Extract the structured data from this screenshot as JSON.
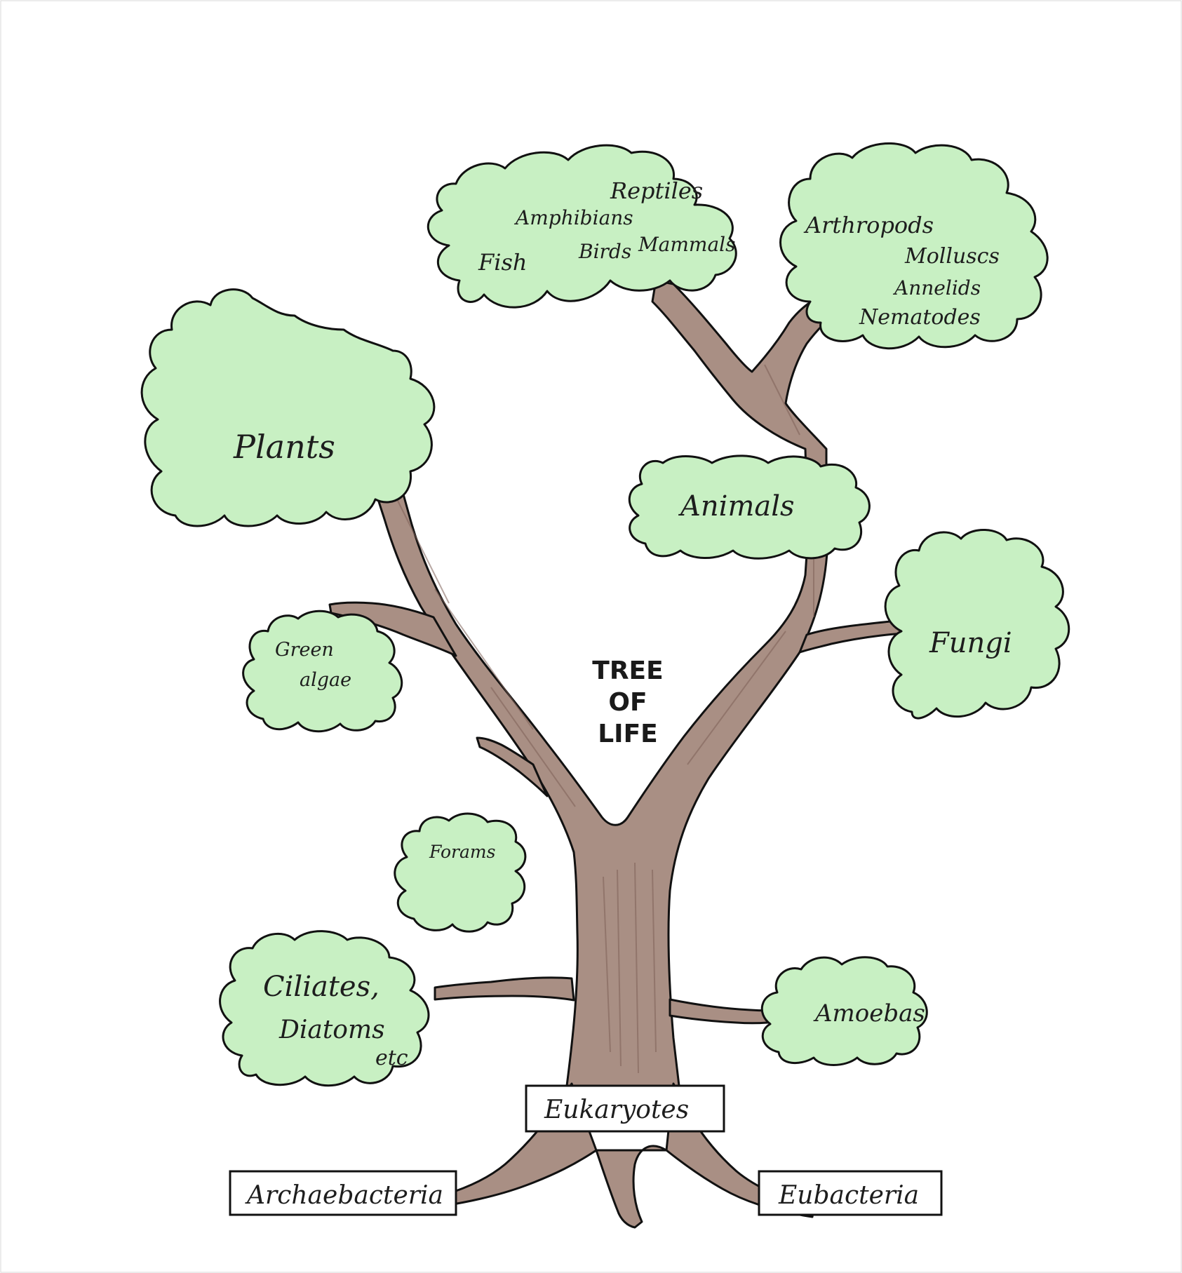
{
  "title": {
    "line1": "TREE",
    "line2": "OF",
    "line3": "LIFE"
  },
  "canopies": {
    "vertebrates": {
      "reptiles": "Reptiles",
      "amphibians": "Amphibians",
      "fish": "Fish",
      "birds": "Birds",
      "mammals": "Mammals"
    },
    "invertebrates": {
      "arthropods": "Arthropods",
      "molluscs": "Molluscs",
      "annelids": "Annelids",
      "nematodes": "Nematodes"
    },
    "plants": "Plants",
    "animals": "Animals",
    "fungi": "Fungi",
    "green_algae": {
      "line1": "Green",
      "line2": "algae"
    },
    "forams": "Forams",
    "ciliates": {
      "line1": "Ciliates,",
      "line2": "Diatoms",
      "line3": "etc"
    },
    "amoebas": "Amoebas"
  },
  "boxes": {
    "eukaryotes": "Eukaryotes",
    "archaebacteria": "Archaebacteria",
    "eubacteria": "Eubacteria"
  },
  "colors": {
    "foliage": "#c8f0c3",
    "trunk": "#a98f84",
    "outline": "#111111"
  }
}
